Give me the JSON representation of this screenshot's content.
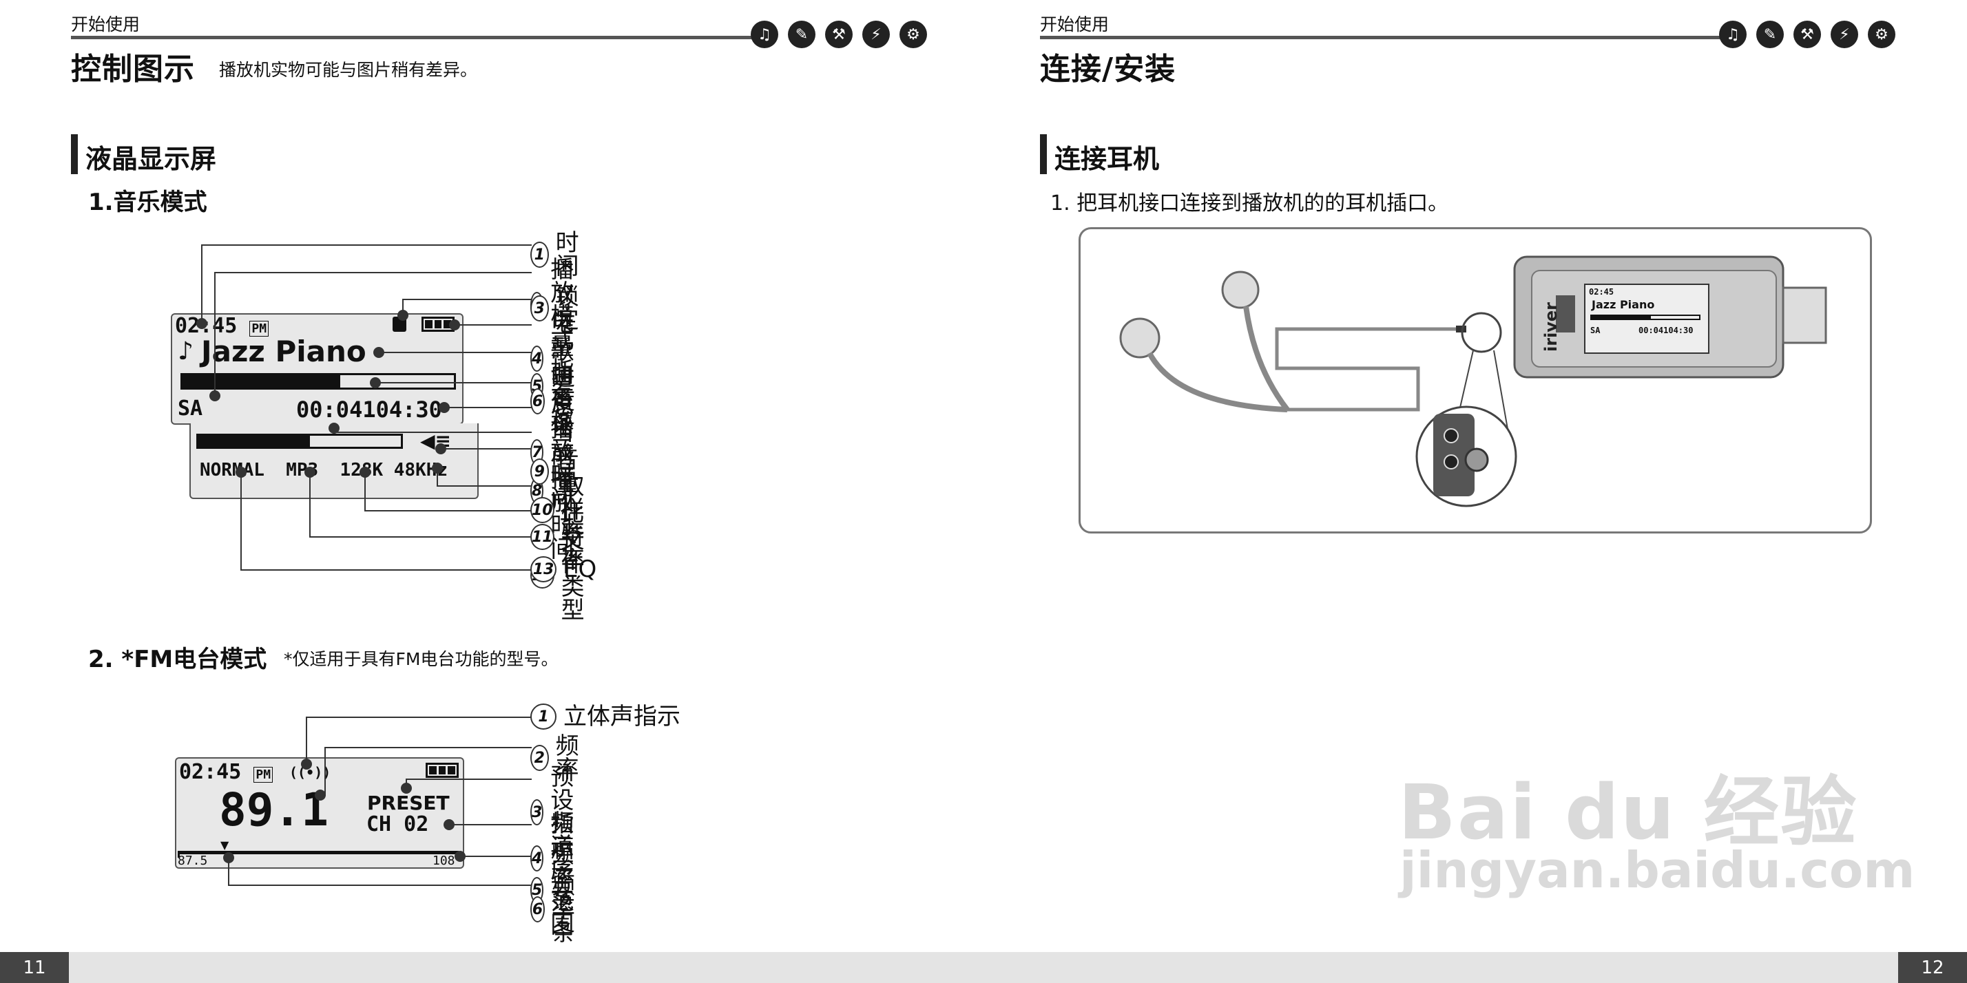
{
  "left_page": {
    "header": "开始使用",
    "title": "控制图示",
    "title_note": "播放机实物可能与图片稍有差异。",
    "section": "液晶显示屏",
    "music_mode": {
      "heading": "1.音乐模式",
      "lcd": {
        "time": "02:45",
        "pm": "PM",
        "song": "Jazz Piano",
        "mode": "SA",
        "times": "00:04104:30",
        "eq": "NORMAL",
        "type": "MP3",
        "bitrate": "128K",
        "samplerate": "48KHz"
      },
      "labels": [
        {
          "n": "1",
          "text": "时间"
        },
        {
          "n": "2",
          "text": "播放模式"
        },
        {
          "n": "3",
          "text": "锁定"
        },
        {
          "n": "4",
          "text": "电量指示"
        },
        {
          "n": "5",
          "text": "歌曲名称"
        },
        {
          "n": "6",
          "text": "进度条"
        },
        {
          "n": "7",
          "text": "总播放时间"
        },
        {
          "n": "8",
          "text": "当前播放时间"
        },
        {
          "n": "9",
          "text": "音量"
        },
        {
          "n": "10",
          "text": "取样率"
        },
        {
          "n": "11",
          "text": "比特率"
        },
        {
          "n": "12",
          "text": "文件类型"
        },
        {
          "n": "13",
          "text": "EQ"
        }
      ]
    },
    "fm_mode": {
      "heading": "2. *FM电台模式",
      "note": "*仅适用于具有FM电台功能的型号。",
      "lcd": {
        "time": "02:45",
        "pm": "PM",
        "stereo": "((•))",
        "freq": "89.1",
        "preset": "PRESET",
        "channel": "CH 02",
        "range_min": "87.5",
        "range_max": "108"
      },
      "labels": [
        {
          "n": "1",
          "text": "立体声指示"
        },
        {
          "n": "2",
          "text": "频率"
        },
        {
          "n": "3",
          "text": "预设指示"
        },
        {
          "n": "4",
          "text": "频道序号"
        },
        {
          "n": "5",
          "text": "频率范围"
        },
        {
          "n": "6",
          "text": "频率条"
        }
      ]
    },
    "page_number": "11"
  },
  "right_page": {
    "header": "开始使用",
    "title": "连接/安装",
    "section": "连接耳机",
    "instruction": "1. 把耳机接口连接到播放机的的耳机插口。",
    "device": {
      "brand": "iriver",
      "lcd_time": "02:45",
      "lcd_song": "Jazz Piano",
      "lcd_mode": "SA",
      "lcd_times": "00:04104:30"
    },
    "page_number": "12"
  },
  "watermark": {
    "brand": "Bai du 经验",
    "url": "jingyan.baidu.com"
  },
  "header_icons": [
    "headphone-icon",
    "document-icon",
    "tools-icon",
    "plug-icon",
    "gear-icon"
  ]
}
